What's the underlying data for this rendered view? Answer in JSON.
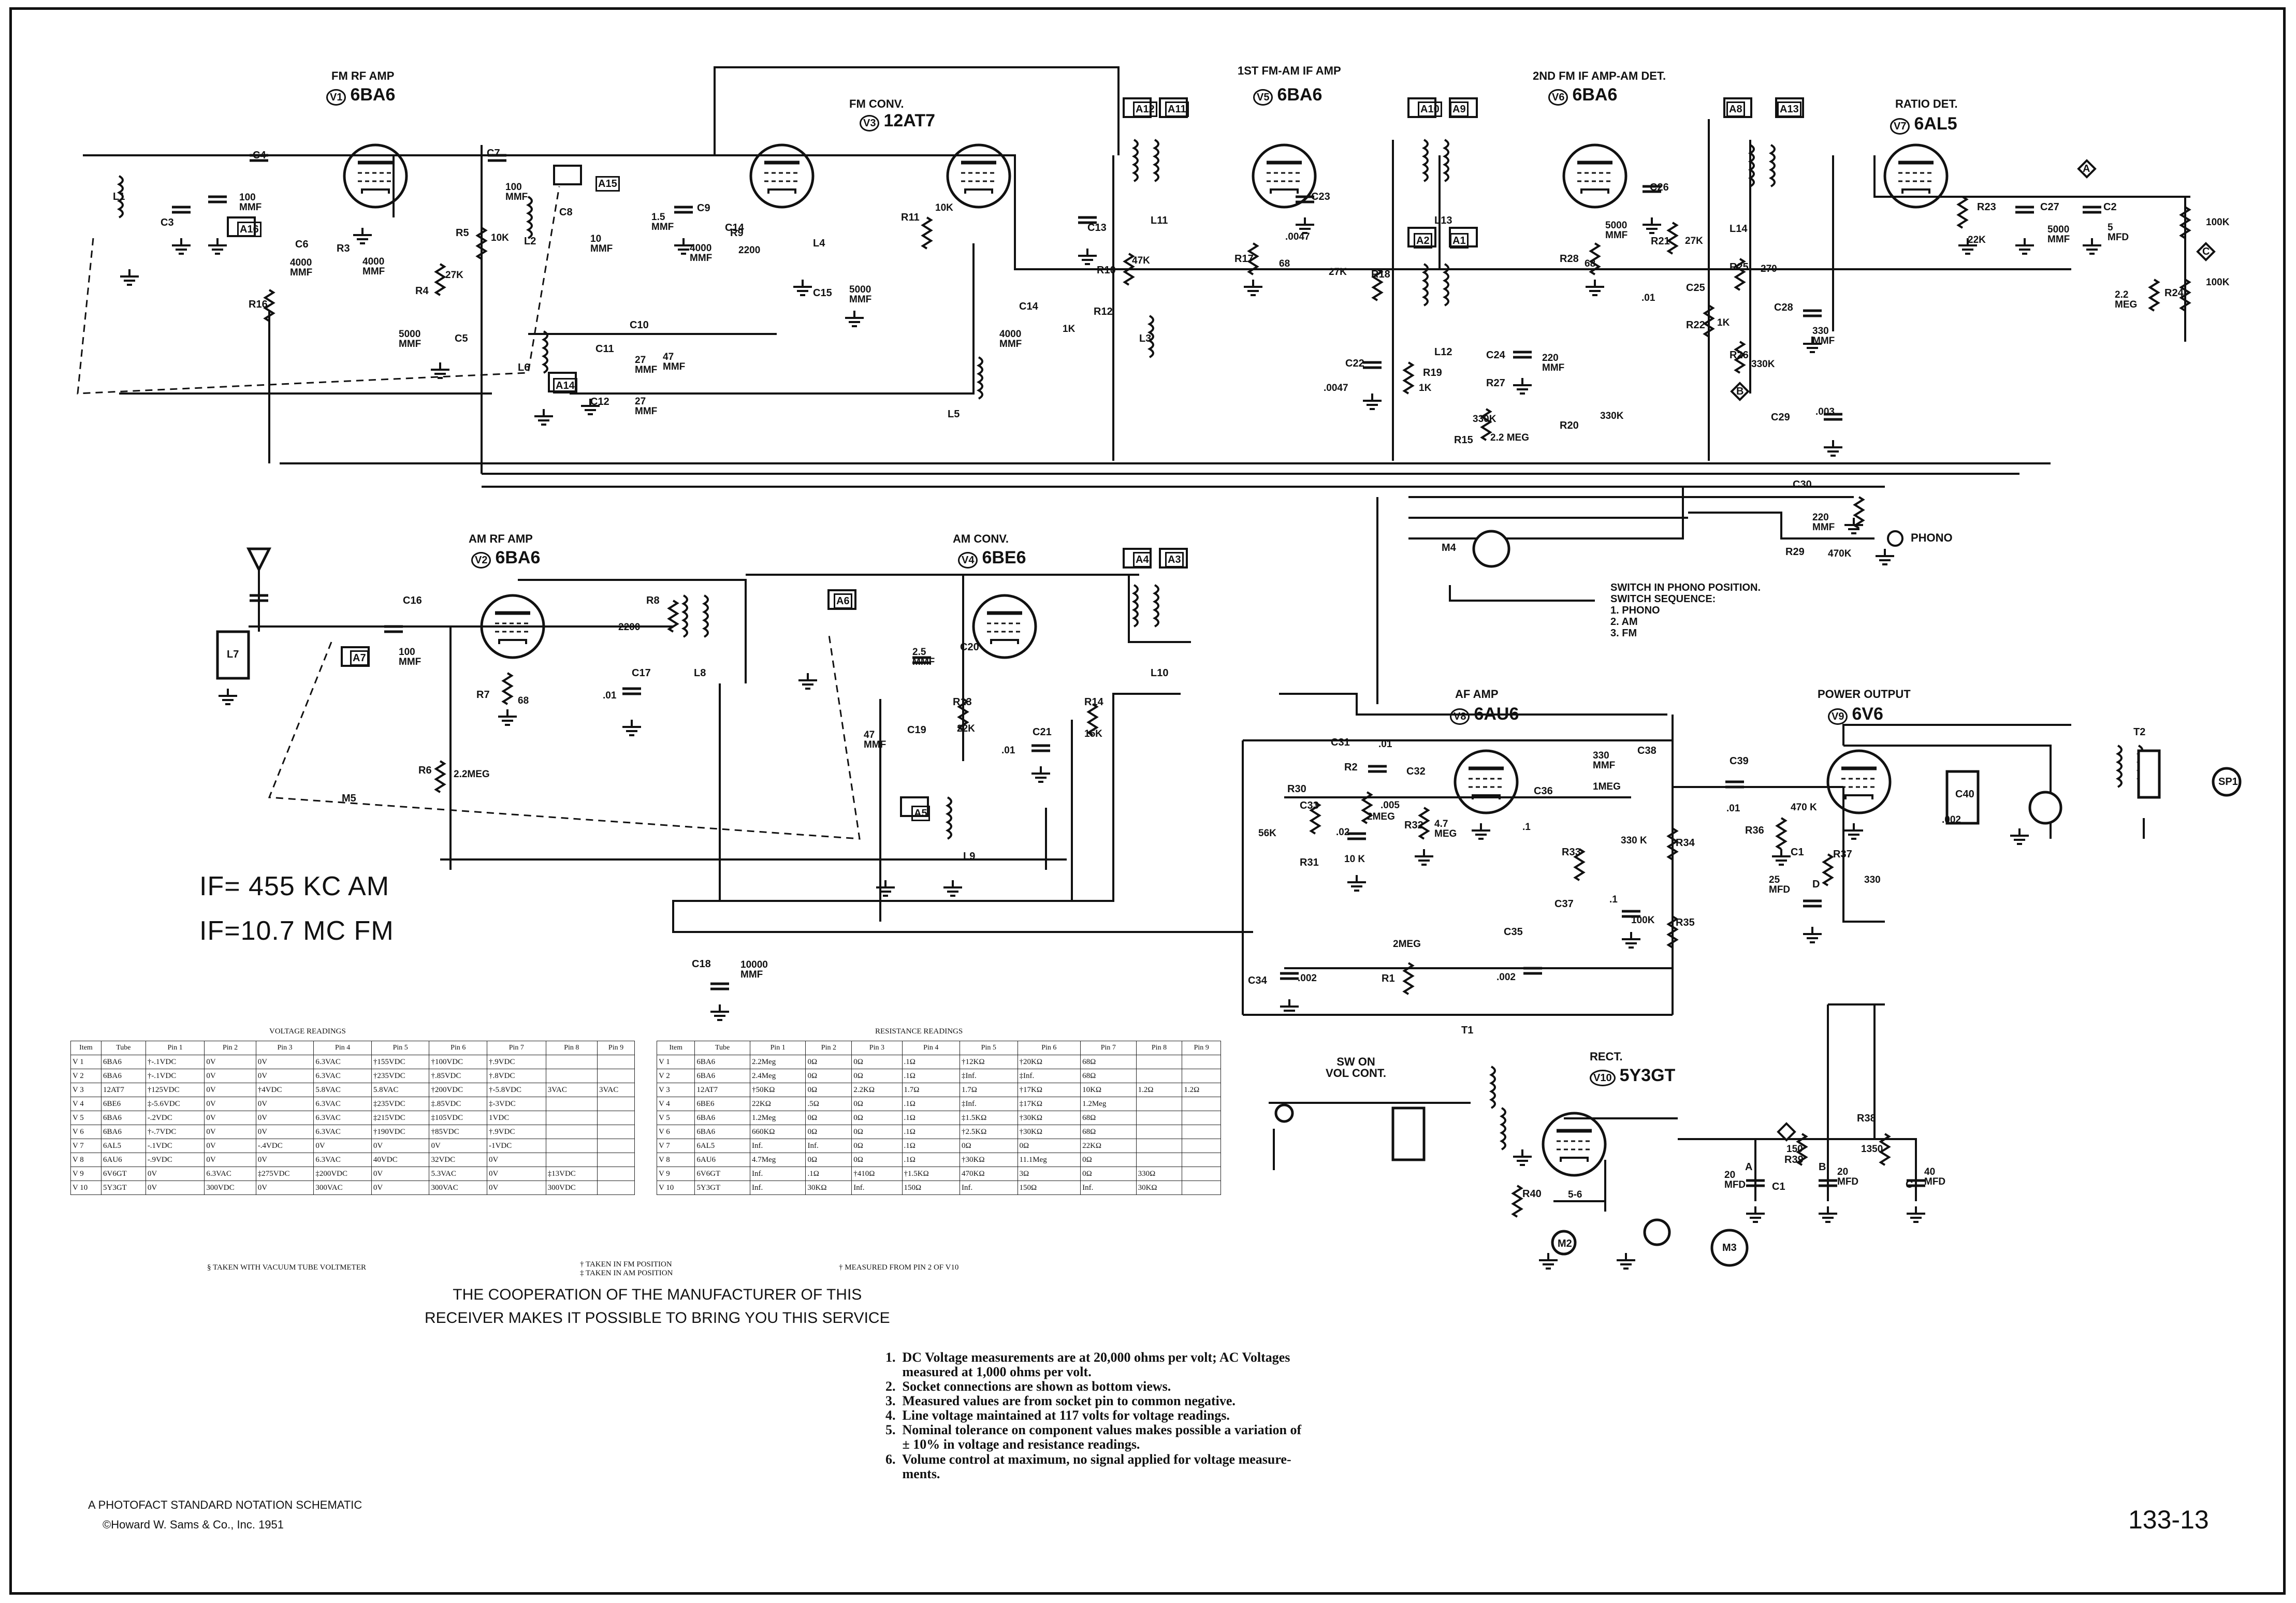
{
  "stages": {
    "fm_rf_amp": "FM RF AMP",
    "fm_conv": "FM CONV.",
    "if1": "1ST FM-AM IF AMP",
    "if2": "2ND FM IF AMP-AM DET.",
    "ratio_det": "RATIO DET.",
    "am_rf_amp": "AM RF AMP",
    "am_conv": "AM CONV.",
    "af_amp": "AF AMP",
    "power_output": "POWER OUTPUT",
    "rect": "RECT.",
    "sw_on": "SW ON\nVOL CONT.",
    "phono": "PHONO"
  },
  "tubes": {
    "v1": "6BA6",
    "v3": "12AT7",
    "v5": "6BA6",
    "v6": "6BA6",
    "v7": "6AL5",
    "v2": "6BA6",
    "v4": "6BE6",
    "v8": "6AU6",
    "v9": "6V6",
    "v10": "5Y3GT"
  },
  "tube_refs": [
    "V1",
    "V2",
    "V3",
    "V4",
    "V5",
    "V6",
    "V7",
    "V8",
    "V9",
    "V10"
  ],
  "components": {
    "L1": "L1",
    "C3": "C3",
    "C4": "C4",
    "C2x": "100\nMMF",
    "A16": "A16",
    "C6": "C6",
    "R3": "R3",
    "C8": "C8",
    "R4": "R4",
    "R5": "R5",
    "C7": "C7",
    "c7v": "100\nMMF",
    "A15": "A15",
    "C9": "C9",
    "c9v": "1.5\nMMF",
    "L2": "L2",
    "C10": "C10",
    "C11": "C11",
    "C12": "C12",
    "L6": "L6",
    "A14": "A14",
    "R16": "R16",
    "C5": "C5",
    "c5v": "5000\nMMF",
    "r4v": "27K",
    "r5v": "10K",
    "c6v": "4000\nMMF",
    "c6v2": "4000\nMMF",
    "c8v": "10\nMMF",
    "c10v": "47\nMMF",
    "c11v": "27\nMMF",
    "c12v": "27\nMMF",
    "C14": "C14",
    "c14v": "4000\nMMF",
    "R9": "R9",
    "r9v": "2200",
    "L4": "L4",
    "C15": "C15",
    "c15v": "5000\nMMF",
    "R11": "R11",
    "r11v": "10K",
    "C13": "C13",
    "L5": "L5",
    "R10": "R10",
    "r10v": "47K",
    "R12": "R12",
    "r12v": "1K",
    "L3": "L3",
    "C14b": "C14",
    "c14bv": "4000\nMMF",
    "A12": "A12",
    "A11": "A11",
    "L11": "L11",
    "R17": "R17",
    "r17v": "68",
    "C23": "C23",
    "c23v": ".0047",
    "R18": "R18",
    "r18v": "27K",
    "C22": "C22",
    "c22v": ".0047",
    "A10": "A10",
    "A9": "A9",
    "A2": "A2",
    "A1": "A1",
    "L13": "L13",
    "L12": "L12",
    "R19": "R19",
    "r19v": "1K",
    "C24": "C24",
    "c24v": "220\nMMF",
    "R27": "R27",
    "r27v": "330K",
    "R15": "R15",
    "r15v": "2.2 MEG",
    "R20": "R20",
    "r20v": "330K",
    "R28": "R28",
    "r28v": "68",
    "C26": "C26",
    "c26v": "5000\nMMF",
    "R21": "R21",
    "r21v": "27K",
    "C25": "C25",
    "c25v": ".01",
    "R22": "R22",
    "r22v": "1K",
    "A8": "A8",
    "A13": "A13",
    "L14": "L14",
    "R25": "R25",
    "r25v": "270",
    "C28": "C28",
    "c28v": "330\nMMF",
    "R26": "R26",
    "r26v": "330K",
    "C29": "C29",
    "c29v": ".003",
    "R23": "R23",
    "r23v": "22K",
    "C27": "C27",
    "c27v": "5000\nMMF",
    "C2": "C2",
    "c2v": "5\nMFD",
    "R24": "R24",
    "r24v": "2.2\nMEG",
    "rk1": "100K",
    "rk2": "100K",
    "C30": "C30",
    "c30v": "220\nMMF",
    "R29": "R29",
    "r29v": "470K",
    "M4": "M4",
    "L7": "L7",
    "A7": "A7",
    "C16": "C16",
    "c16v": "100\nMMF",
    "R7": "R7",
    "r7v": "68",
    "R6": "R6",
    "r6v": "2.2MEG",
    "M5": "M5",
    "R8": "R8",
    "r8v": "2200",
    "C17": "C17",
    "c17v": ".01",
    "L8": "L8",
    "A6": "A6",
    "C19": "C19",
    "c19v": "47\nMMF",
    "C20": "C20",
    "c20v": "2.5\nMMF",
    "R13": "R13",
    "r13v": "22K",
    "A5": "A5",
    "L9": "L9",
    "A4": "A4",
    "A3": "A3",
    "L10": "L10",
    "R14": "R14",
    "r14v": "15K",
    "C21": "C21",
    "c21v": ".01",
    "C18": "C18",
    "c18v": "10000\nMMF",
    "C31": "C31",
    "c31v": ".01",
    "R2": "R2",
    "r2v": "2MEG",
    "C32": "C32",
    "c32v": ".005",
    "R30": "R30",
    "r30v": "56K",
    "C33": "C33",
    "c33v": ".02",
    "R31": "R31",
    "r31v": "10 K",
    "R32": "R32",
    "r32v": "4.7\nMEG",
    "C36": "C36",
    "c36v": ".1",
    "C38": "C38",
    "c38v": "330\nMMF",
    "R33": "R33",
    "r33v": "1MEG",
    "R34": "R34",
    "r34v": "330 K",
    "C37": "C37",
    "c37v": ".1",
    "R35": "R35",
    "r35v": "100K",
    "C34": "C34",
    "c34v": ".002",
    "R1": "R1",
    "r1v": "2MEG",
    "C35": "C35",
    "c35v": ".002",
    "C39": "C39",
    "c39v": ".01",
    "R36": "R36",
    "r36v": "470 K",
    "C1": "C1",
    "c1v": "25\nMFD",
    "R37": "R37",
    "r37v": "330",
    "C40": "C40",
    "c40v": ".002",
    "T2": "T2",
    "SP1": "SP1",
    "T1": "T1",
    "R39": "R39",
    "r39v": "150",
    "R38": "R38",
    "r38v": "1350",
    "ca": "20\nMFD",
    "cb": "20\nMFD",
    "cc": "40\nMFD",
    "R40": "R40",
    "r40v": "5-6",
    "M2": "M2",
    "M3": "M3",
    "A_lbl": "A",
    "B_lbl": "B",
    "C_lbl": "C",
    "D_lbl": "D"
  },
  "if_freq": [
    "IF= 455 KC AM",
    "IF=10.7 MC FM"
  ],
  "switch_note": [
    "SWITCH IN PHONO POSITION.",
    "SWITCH SEQUENCE:",
    "1. PHONO",
    "2. AM",
    "3. FM"
  ],
  "voltage_table": {
    "caption": "VOLTAGE READINGS",
    "headers": [
      "Item",
      "Tube",
      "Pin 1",
      "Pin 2",
      "Pin 3",
      "Pin 4",
      "Pin 5",
      "Pin 6",
      "Pin 7",
      "Pin 8",
      "Pin 9"
    ],
    "rows": [
      [
        "V 1",
        "6BA6",
        "†-.1VDC",
        "0V",
        "0V",
        "6.3VAC",
        "†155VDC",
        "†100VDC",
        "†.9VDC",
        "",
        ""
      ],
      [
        "V 2",
        "6BA6",
        "†-.1VDC",
        "0V",
        "0V",
        "6.3VAC",
        "†235VDC",
        "†.85VDC",
        "†.8VDC",
        "",
        ""
      ],
      [
        "V 3",
        "12AT7",
        "†125VDC",
        "0V",
        "†4VDC",
        "5.8VAC",
        "5.8VAC",
        "†200VDC",
        "†-5.8VDC",
        "3VAC",
        "3VAC"
      ],
      [
        "V 4",
        "6BE6",
        "‡-5.6VDC",
        "0V",
        "0V",
        "6.3VAC",
        "‡235VDC",
        "‡.85VDC",
        "‡-3VDC",
        "",
        ""
      ],
      [
        "V 5",
        "6BA6",
        "-.2VDC",
        "0V",
        "0V",
        "6.3VAC",
        "‡215VDC",
        "‡105VDC",
        "1VDC",
        "",
        ""
      ],
      [
        "V 6",
        "6BA6",
        "†-.7VDC",
        "0V",
        "0V",
        "6.3VAC",
        "†190VDC",
        "†85VDC",
        "†.9VDC",
        "",
        ""
      ],
      [
        "V 7",
        "6AL5",
        "-.1VDC",
        "0V",
        "-.4VDC",
        "0V",
        "0V",
        "0V",
        "-1VDC",
        "",
        ""
      ],
      [
        "V 8",
        "6AU6",
        "-.9VDC",
        "0V",
        "0V",
        "6.3VAC",
        "40VDC",
        "32VDC",
        "0V",
        "",
        ""
      ],
      [
        "V 9",
        "6V6GT",
        "0V",
        "6.3VAC",
        "‡275VDC",
        "‡200VDC",
        "0V",
        "5.3VAC",
        "0V",
        "‡13VDC",
        ""
      ],
      [
        "V 10",
        "5Y3GT",
        "0V",
        "300VDC",
        "0V",
        "300VAC",
        "0V",
        "300VAC",
        "0V",
        "300VDC",
        ""
      ]
    ],
    "footnote_1": "§ TAKEN WITH VACUUM TUBE VOLTMETER",
    "footnote_2": "† TAKEN IN FM POSITION\n‡ TAKEN IN AM POSITION"
  },
  "resistance_table": {
    "caption": "RESISTANCE READINGS",
    "headers": [
      "Item",
      "Tube",
      "Pin 1",
      "Pin 2",
      "Pin 3",
      "Pin 4",
      "Pin 5",
      "Pin 6",
      "Pin 7",
      "Pin 8",
      "Pin 9"
    ],
    "rows": [
      [
        "V 1",
        "6BA6",
        "2.2Meg",
        "0Ω",
        "0Ω",
        ".1Ω",
        "†12KΩ",
        "†20KΩ",
        "68Ω",
        "",
        ""
      ],
      [
        "V 2",
        "6BA6",
        "2.4Meg",
        "0Ω",
        "0Ω",
        ".1Ω",
        "‡Inf.",
        "‡Inf.",
        "68Ω",
        "",
        ""
      ],
      [
        "V 3",
        "12AT7",
        "†50KΩ",
        "0Ω",
        "2.2KΩ",
        "1.7Ω",
        "1.7Ω",
        "†17KΩ",
        "10KΩ",
        "1.2Ω",
        "1.2Ω"
      ],
      [
        "V 4",
        "6BE6",
        "22KΩ",
        ".5Ω",
        "0Ω",
        ".1Ω",
        "‡Inf.",
        "‡17KΩ",
        "1.2Meg",
        "",
        ""
      ],
      [
        "V 5",
        "6BA6",
        "1.2Meg",
        "0Ω",
        "0Ω",
        ".1Ω",
        "‡1.5KΩ",
        "†30KΩ",
        "68Ω",
        "",
        ""
      ],
      [
        "V 6",
        "6BA6",
        "660KΩ",
        "0Ω",
        "0Ω",
        ".1Ω",
        "†2.5KΩ",
        "†30KΩ",
        "68Ω",
        "",
        ""
      ],
      [
        "V 7",
        "6AL5",
        "Inf.",
        "Inf.",
        "0Ω",
        ".1Ω",
        "0Ω",
        "0Ω",
        "22KΩ",
        "",
        ""
      ],
      [
        "V 8",
        "6AU6",
        "4.7Meg",
        "0Ω",
        "0Ω",
        ".1Ω",
        "†30KΩ",
        "11.1Meg",
        "0Ω",
        "",
        ""
      ],
      [
        "V 9",
        "6V6GT",
        "Inf.",
        ".1Ω",
        "†410Ω",
        "†1.5KΩ",
        "470KΩ",
        "3Ω",
        "0Ω",
        "330Ω",
        ""
      ],
      [
        "V 10",
        "5Y3GT",
        "Inf.",
        "30KΩ",
        "Inf.",
        "150Ω",
        "Inf.",
        "150Ω",
        "Inf.",
        "30KΩ",
        ""
      ]
    ],
    "footnote_1": "† MEASURED FROM PIN 2 OF V10"
  },
  "cooperation": "THE COOPERATION OF THE MANUFACTURER OF THIS\nRECEIVER MAKES IT POSSIBLE TO BRING YOU THIS SERVICE",
  "notes": [
    "1.  DC Voltage measurements are at 20,000 ohms per volt; AC Voltages",
    "     measured at 1,000 ohms per volt.",
    "2.  Socket connections are shown as bottom views.",
    "3.  Measured values are from socket pin to common negative.",
    "4.  Line voltage maintained at 117 volts for voltage readings.",
    "5.  Nominal tolerance on component values makes possible a variation of",
    "     ± 10% in voltage and resistance readings.",
    "6.  Volume control at maximum, no signal applied for voltage measure-",
    "     ments."
  ],
  "footer_left_1": "A PHOTOFACT STANDARD NOTATION SCHEMATIC",
  "footer_left_2": "©Howard W. Sams & Co., Inc. 1951",
  "page_number": "133-13"
}
